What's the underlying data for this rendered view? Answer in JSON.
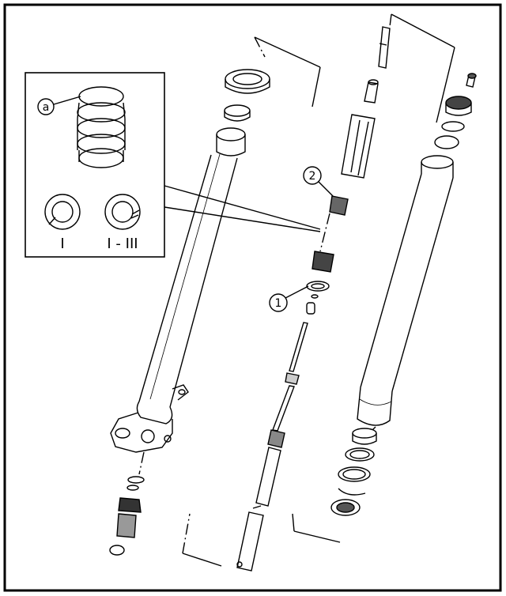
{
  "callouts": {
    "detail_letter": "a",
    "part_1": "1",
    "part_2": "2"
  },
  "inset": {
    "ring_label_left": "I",
    "ring_label_right": "I - III"
  },
  "colors": {
    "line": "#000000",
    "background": "#ffffff",
    "shade": "#cfcfcf",
    "dark": "#555555"
  }
}
